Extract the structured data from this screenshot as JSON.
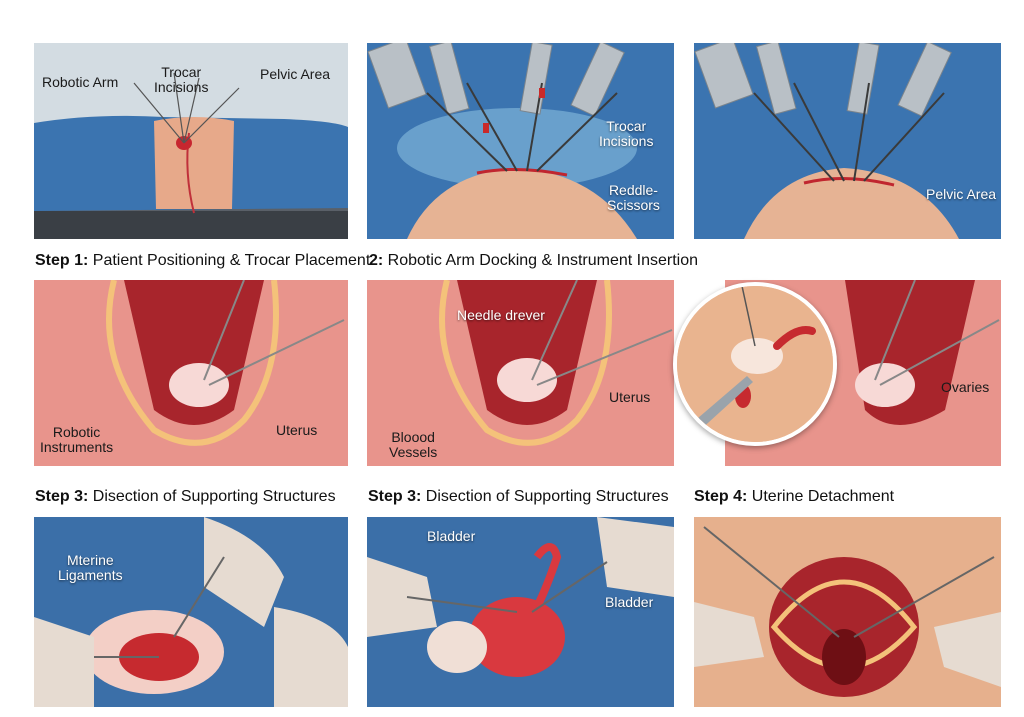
{
  "panels": {
    "p1": {
      "labels": {
        "robotic_arm": "Robotic Arm",
        "trocar_incisions": "Trocar\nIncisions",
        "pelvic_area": "Pelvic Area"
      }
    },
    "p2": {
      "labels": {
        "trocar_incisions": "Trocar\nIncisions",
        "reddle_scissors": "Reddle-\nScissors"
      }
    },
    "p3": {
      "labels": {
        "pelvic_area": "Pelvic Area"
      }
    },
    "p4": {
      "labels": {
        "robotic_instruments": "Robotic\nInstruments",
        "uterus": "Uterus"
      }
    },
    "p5": {
      "labels": {
        "needle_driver": "Needle drever",
        "uterus": "Uterus",
        "blood_vessels": "Bloood\nVessels"
      }
    },
    "p6": {
      "labels": {
        "ovaries": "Ovaries"
      }
    },
    "p7": {
      "labels": {
        "uterine_ligaments": "Mterine\nLigaments"
      }
    },
    "p8": {
      "labels": {
        "bladder_top": "Bladder",
        "bladder_right": "Bladder"
      }
    },
    "p9": {
      "labels": {}
    }
  },
  "captions": {
    "row1_left": {
      "step": "Step 1:",
      "text": " Patient Positioning & Trocar Placement"
    },
    "row1_mid": {
      "step": "2:",
      "text": " Robotic Arm Docking & Instrument Insertion"
    },
    "row2_left": {
      "step": "Step 3:",
      "text": " Disection of Supporting Structures"
    },
    "row2_mid": {
      "step": "Step 3:",
      "text": " Disection of Supporting Structures"
    },
    "row2_right": {
      "step": "Step 4:",
      "text": " Uterine Detachment"
    }
  },
  "colors": {
    "drape_blue": "#3b74b0",
    "tissue_pink": "#e8908a",
    "skin": "#e9b48f",
    "glove": "#e6dbd1",
    "blood_red": "#b8202a"
  }
}
